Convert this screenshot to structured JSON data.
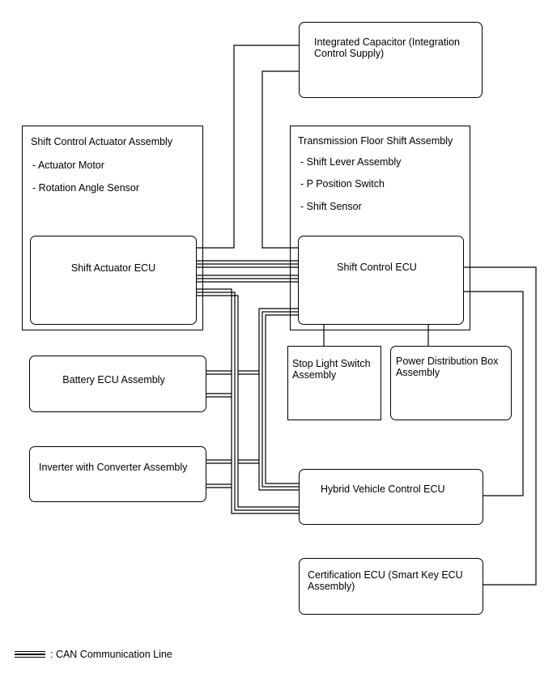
{
  "nodes": {
    "integrated_capacitor": "Integrated Capacitor (Integration\nControl Supply)",
    "shift_control_actuator_assembly": {
      "title": "Shift Control Actuator Assembly",
      "items": [
        "- Actuator Motor",
        "- Rotation Angle Sensor"
      ]
    },
    "shift_actuator_ecu": "Shift Actuator ECU",
    "transmission_floor_shift_assembly": {
      "title": "Transmission Floor Shift Assembly",
      "items": [
        "- Shift Lever Assembly",
        "- P Position Switch",
        "- Shift Sensor"
      ]
    },
    "shift_control_ecu": "Shift Control ECU",
    "stop_light_switch_assembly": "Stop Light Switch\nAssembly",
    "power_distribution_box_assembly": "Power Distribution Box\nAssembly",
    "battery_ecu_assembly": "Battery ECU Assembly",
    "inverter_with_converter_assembly": "Inverter with Converter Assembly",
    "hybrid_vehicle_control_ecu": "Hybrid Vehicle Control ECU",
    "certification_ecu": "Certification ECU (Smart Key ECU\nAssembly)"
  },
  "legend": {
    "can_line": ": CAN Communication Line"
  }
}
